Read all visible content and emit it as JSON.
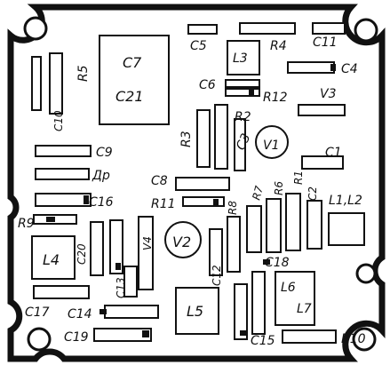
{
  "labels": {
    "c5": "C5",
    "r4": "R4",
    "c11": "C11",
    "c7": "C7",
    "c21": "C21",
    "l3": "L3",
    "c4": "C4",
    "r5": "R5",
    "c6": "C6",
    "r12": "R12",
    "v3": "V3",
    "c10": "C10",
    "r3": "R3",
    "r2": "R2",
    "c3": "C3",
    "v1": "V1",
    "c9": "C9",
    "dr": "Др",
    "c1": "C1",
    "c8": "C8",
    "r6": "R6",
    "r1": "R1",
    "r7": "R7",
    "c2": "C2",
    "r11": "R11",
    "r8": "R8",
    "c16": "C16",
    "l1l2": "L1,L2",
    "r9": "R9",
    "v4": "V4",
    "v2": "V2",
    "c20": "C20",
    "l4": "L4",
    "c18": "C18",
    "c12": "C12",
    "c13": "C13",
    "l6": "L6",
    "l7": "L7",
    "l5": "L5",
    "c17": "C17",
    "c14": "C14",
    "c19": "C19",
    "c15": "C15",
    "r10": "R10"
  }
}
